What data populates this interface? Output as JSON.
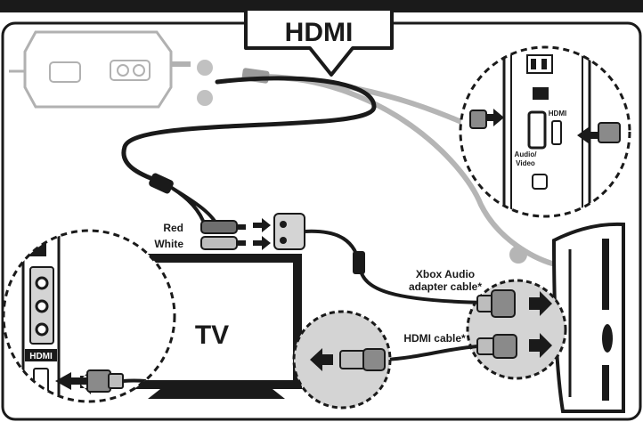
{
  "diagram": {
    "header_label": "HDMI",
    "labels": {
      "red": "Red",
      "white": "White",
      "tv": "TV",
      "xbox_audio_cable": "Xbox Audio",
      "xbox_audio_cable_line2": "adapter cable*",
      "hdmi_cable": "HDMI cable*",
      "tv_port": "HDMI",
      "xbox_port_hdmi": "HDMI",
      "xbox_port_av": "Audio/",
      "xbox_port_av_line2": "Video"
    }
  }
}
